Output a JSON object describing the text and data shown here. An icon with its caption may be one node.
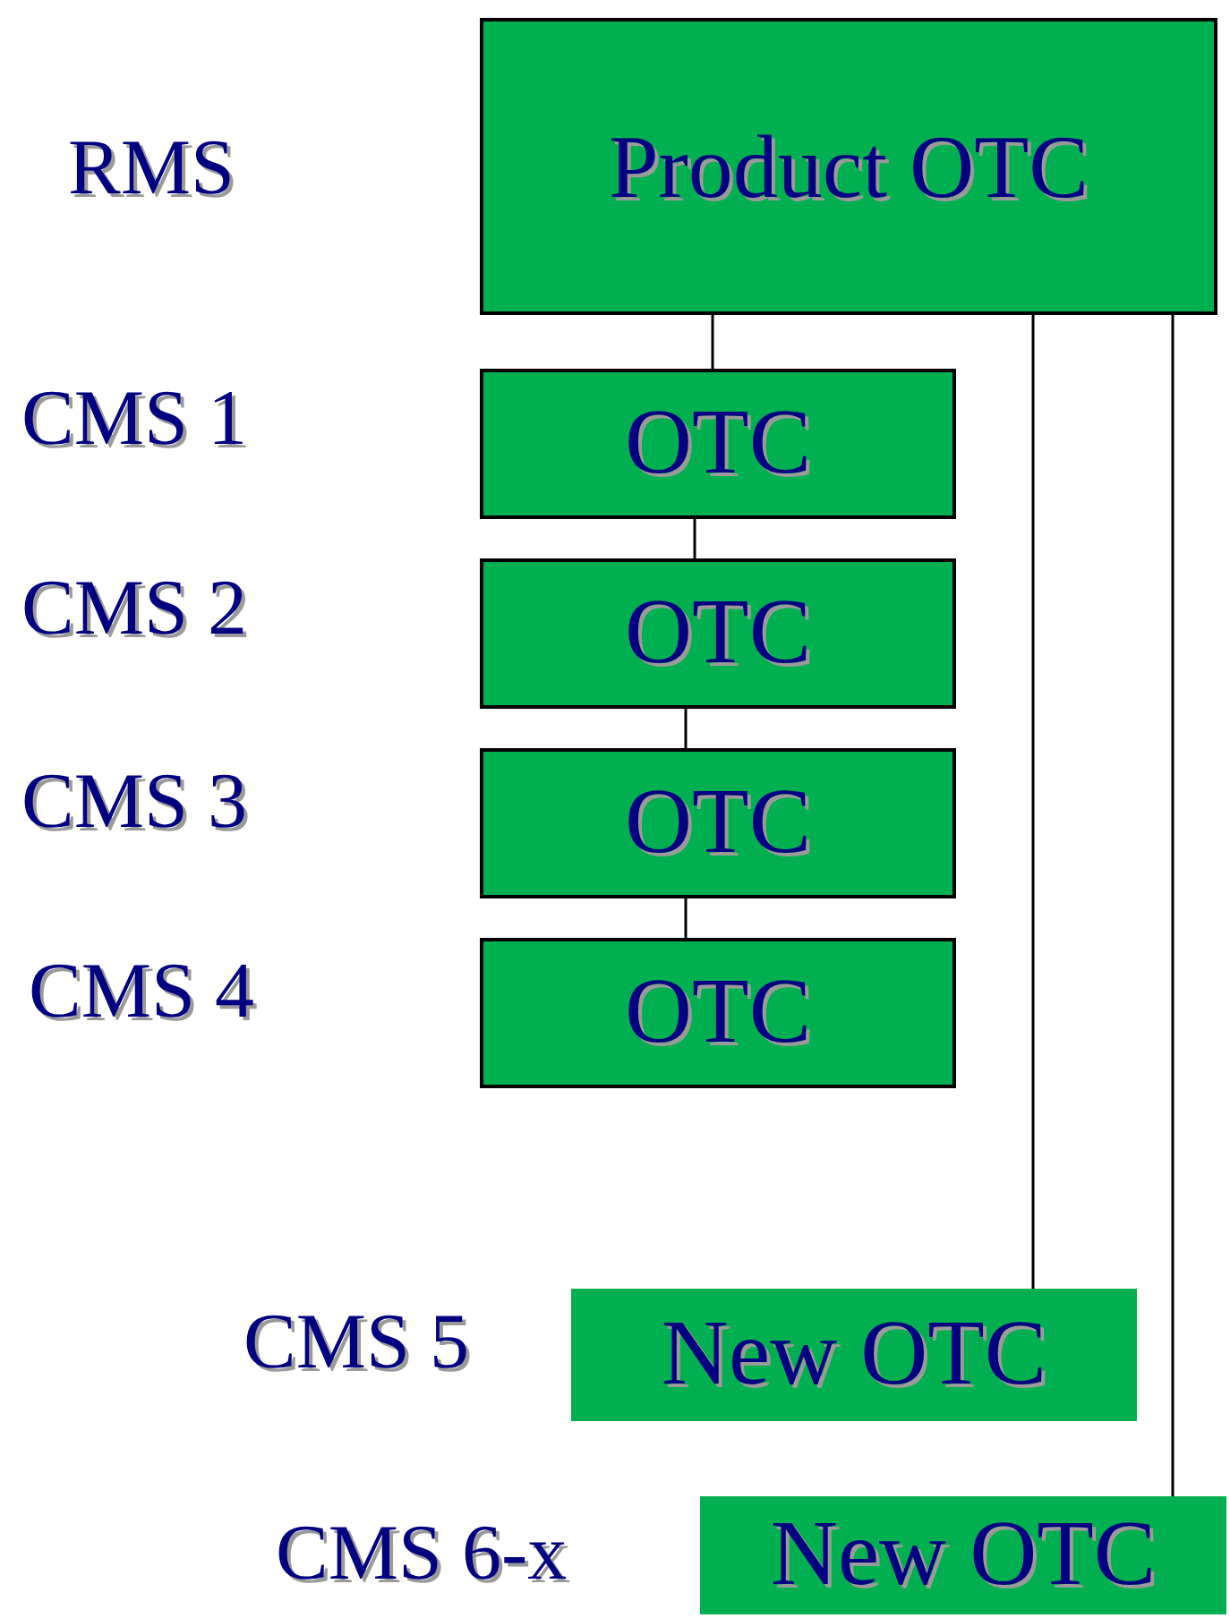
{
  "diagram": {
    "nodes": [
      {
        "text": [
          "Product OTC"
        ],
        "beside": [
          "RMS"
        ]
      },
      {
        "text": [
          "OTC"
        ],
        "beside": [
          "CMS 1"
        ]
      },
      {
        "text": [
          "OTC"
        ],
        "beside": [
          "CMS 2"
        ]
      },
      {
        "text": [
          "OTC"
        ],
        "beside": [
          "CMS 3"
        ]
      },
      {
        "text": [
          "OTC"
        ],
        "beside": [
          "CMS 4"
        ]
      },
      {
        "text": [
          "New OTC"
        ],
        "beside": [
          "CMS 5"
        ]
      },
      {
        "text": [
          "New OTC"
        ],
        "beside": [
          "CMS 6-x"
        ]
      }
    ],
    "edges": [
      {
        "from": 0,
        "to": 1,
        "arrow": "none"
      },
      {
        "from": 1,
        "to": 2,
        "arrow": "none"
      },
      {
        "from": 2,
        "to": 3,
        "arrow": "none"
      },
      {
        "from": 3,
        "to": 4,
        "arrow": "none"
      },
      {
        "from": 0,
        "to": 5,
        "arrow": "none"
      },
      {
        "from": 0,
        "to": 6,
        "arrow": "none"
      }
    ]
  }
}
